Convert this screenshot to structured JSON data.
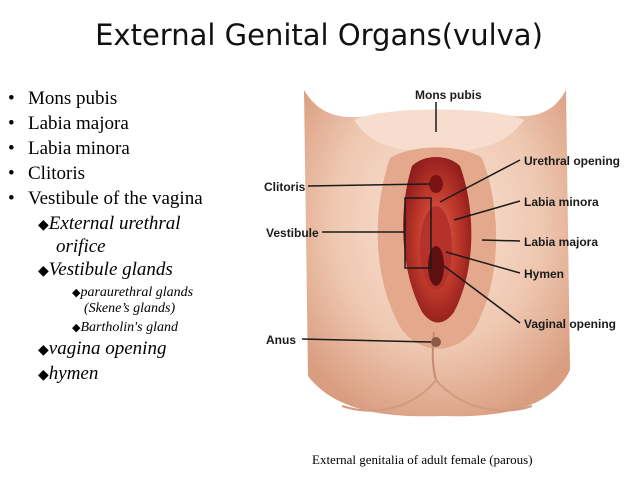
{
  "title": "External Genital Organs(vulva)",
  "bullets": [
    "Mons pubis",
    "Labia majora",
    "Labia minora",
    "Clitoris",
    "Vestibule of the vagina"
  ],
  "bullet_glyph": "•",
  "diamond_glyph": "◆",
  "sub_items": {
    "external_urethral_1": "External urethral",
    "external_urethral_2": "orifice",
    "vestibule_glands": "Vestibule glands",
    "paraurethral_1": "paraurethral glands",
    "paraurethral_2": "(Skene’s glands)",
    "bartholin": "Bartholin's gland",
    "vagina_opening": "vagina opening",
    "hymen": "hymen"
  },
  "figure_labels": {
    "mons_pubis": "Mons pubis",
    "clitoris": "Clitoris",
    "vestibule": "Vestibule",
    "anus": "Anus",
    "urethral_opening": "Urethral opening",
    "labia_minora": "Labia minora",
    "labia_majora": "Labia majora",
    "hymen": "Hymen",
    "vaginal_opening": "Vaginal opening"
  },
  "caption": "External genitalia of adult female (parous)",
  "colors": {
    "skin_light": "#f6dccb",
    "skin_mid": "#e8b79d",
    "skin_shadow": "#c98a6e",
    "tissue_red": "#c0392b",
    "tissue_dark": "#8e1c1c",
    "leader_line": "#1b1b1b"
  }
}
